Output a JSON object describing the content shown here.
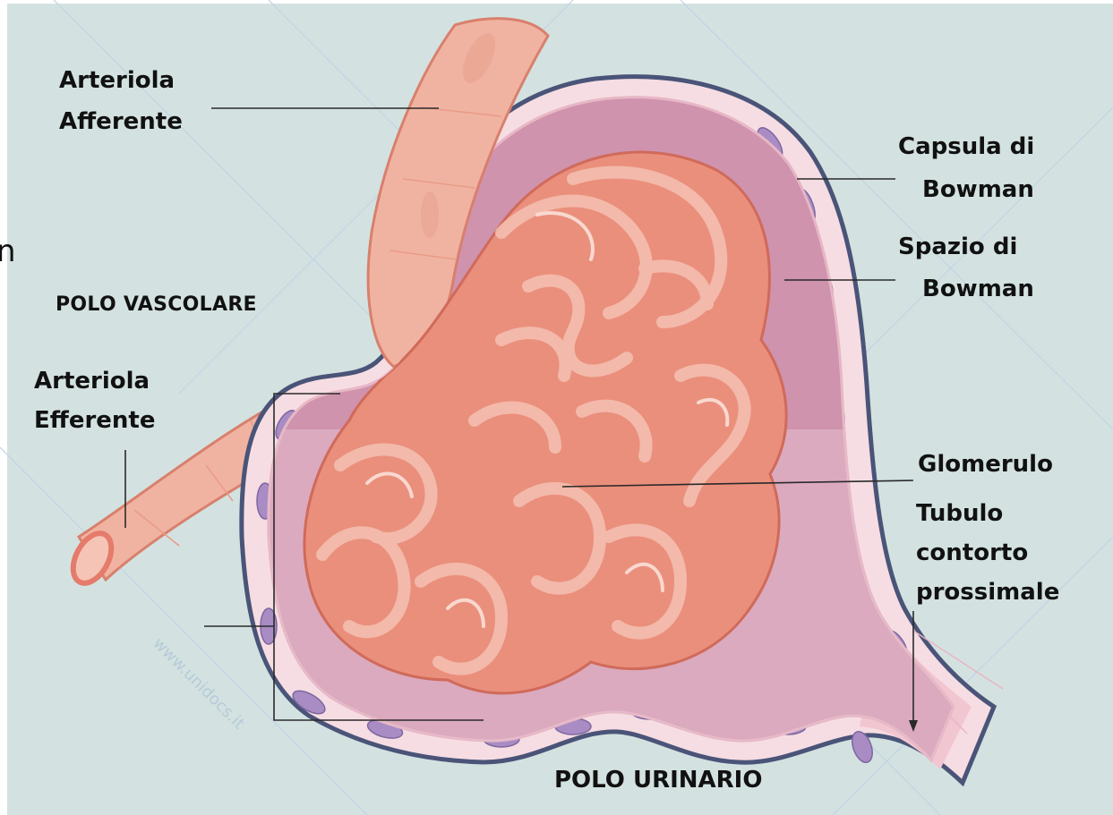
{
  "labels": {
    "arteriola_afferente": [
      "Arteriola",
      "Afferente"
    ],
    "capsula_bowman": [
      "Capsula di",
      "Bowman"
    ],
    "spazio_bowman": [
      "Spazio di",
      "Bowman"
    ],
    "polo_vascolare": "POLO VASCOLARE",
    "arteriola_efferente": [
      "Arteriola",
      "Efferente"
    ],
    "glomerulo": "Glomerulo",
    "tubulo": [
      "Tubulo",
      "contorto",
      "prossimale"
    ],
    "polo_urinario": "POLO URINARIO",
    "edge_glyph": "n"
  },
  "watermark": "www.unidocs.it",
  "colors": {
    "background": "#d3e2e0",
    "capsule_outline": "#4a5478",
    "capsule_cells": "#f6dde3",
    "nuclei": "#a98cc4",
    "bowman_space": "#cf93ad",
    "bowman_space_light": "#e7c2cf",
    "vessel": "#f1b3a1",
    "vessel_dark": "#e47b6b",
    "capillary": "#ea8f7c"
  }
}
